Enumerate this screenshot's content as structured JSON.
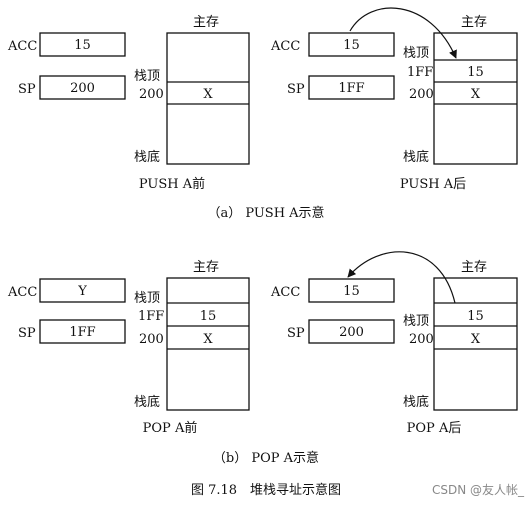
{
  "labels": {
    "acc": "ACC",
    "sp": "SP",
    "main_memory": "主存",
    "stack_top": "栈顶",
    "stack_bottom": "栈底"
  },
  "push_before": {
    "acc_value": "15",
    "sp_value": "200",
    "address": "200",
    "cell_value": "X",
    "caption": "PUSH A前"
  },
  "push_after": {
    "acc_value": "15",
    "sp_value": "1FF",
    "address_top": "1FF",
    "address_bottom": "200",
    "cell_top_value": "15",
    "cell_bottom_value": "X",
    "caption": "PUSH A后"
  },
  "pop_before": {
    "acc_value": "Y",
    "sp_value": "1FF",
    "address_top": "1FF",
    "address_bottom": "200",
    "cell_top_value": "15",
    "cell_bottom_value": "X",
    "caption": "POP A前"
  },
  "pop_after": {
    "acc_value": "15",
    "sp_value": "200",
    "address": "200",
    "cell_top_value": "15",
    "cell_bottom_value": "X",
    "caption": "POP A后"
  },
  "subcaptions": {
    "a": "（a） PUSH A示意",
    "b": "（b） POP A示意"
  },
  "figure_caption": "图 7.18　堆栈寻址示意图",
  "watermark": "CSDN @友人帐_"
}
